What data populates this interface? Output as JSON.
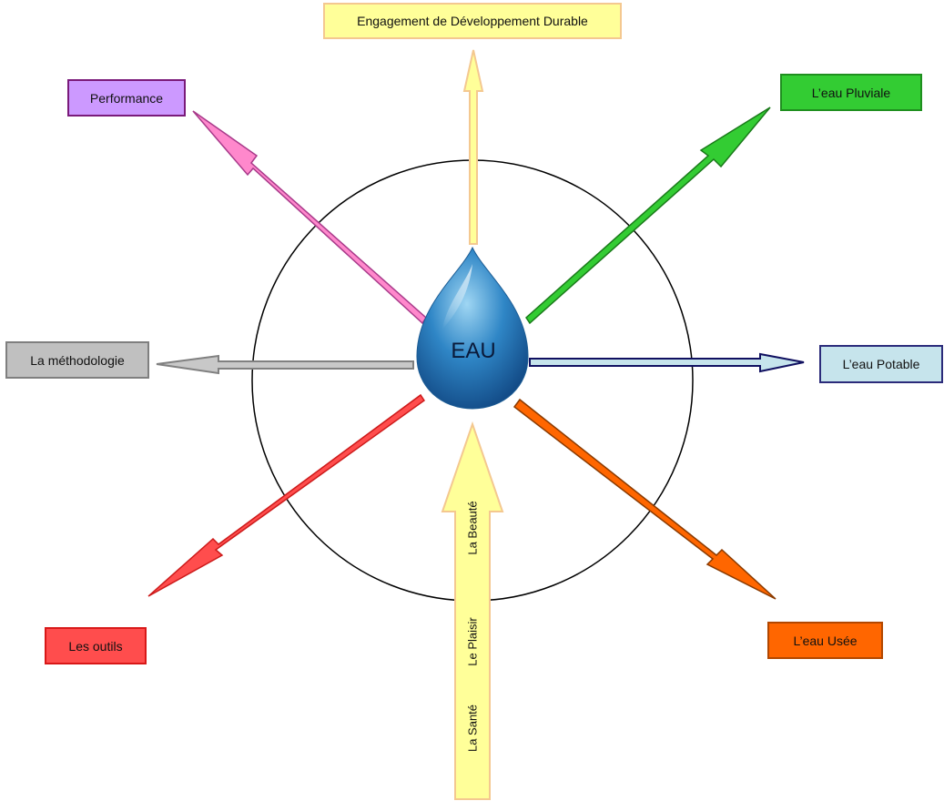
{
  "center": {
    "label": "EAU"
  },
  "nodes": {
    "engagement": "Engagement de Développement Durable",
    "performance": "Performance",
    "pluviale": "L’eau Pluviale",
    "potable": "L’eau Potable",
    "methodologie": "La méthodologie",
    "outils": "Les outils",
    "usee": "L’eau Usée"
  },
  "bottom_arrow_labels": {
    "beaute": "La Beauté",
    "plaisir": "Le Plaisir",
    "sante": "La Santé"
  },
  "colors": {
    "engagement": "#ffff99",
    "performance": "#cc99ff",
    "pluviale": "#33cc33",
    "potable": "#c6e4ec",
    "methodologie": "#c0c0c0",
    "outils": "#ff4d4d",
    "usee": "#ff6600",
    "drop": "#1f6fb0"
  }
}
